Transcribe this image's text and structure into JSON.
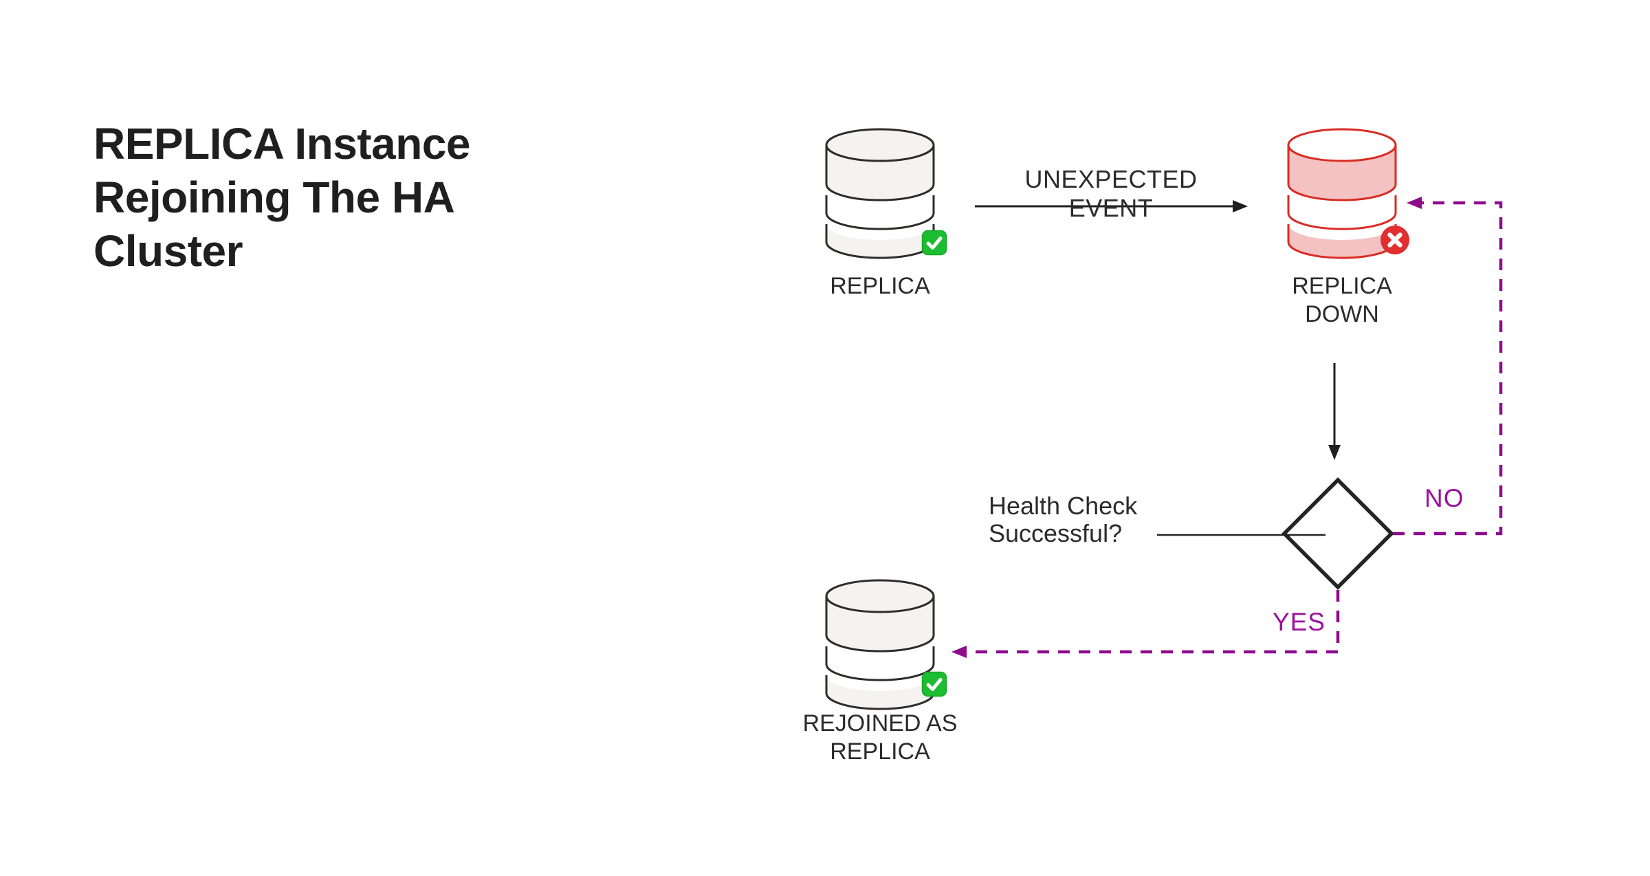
{
  "title": {
    "full": "REPLICA Instance Rejoining The HA Cluster",
    "lines": [
      "REPLICA Instance",
      "Rejoining The HA",
      "Cluster"
    ]
  },
  "diagram": {
    "nodes": {
      "replica": {
        "label": "REPLICA",
        "icon": "database-icon",
        "status_icon": "check-badge-icon",
        "state": "healthy"
      },
      "replica_down": {
        "label": "REPLICA DOWN",
        "icon": "database-icon",
        "status_icon": "cross-badge-icon",
        "state": "down"
      },
      "rejoined": {
        "label": "REJOINED AS REPLICA",
        "icon": "database-icon",
        "status_icon": "check-badge-icon",
        "state": "healthy"
      }
    },
    "decision": {
      "shape": "diamond",
      "question": "Health Check Successful?"
    },
    "edges": {
      "unexpected_event": {
        "label": "UNEXPECTED EVENT",
        "from": "replica",
        "to": "replica_down",
        "style": "solid-arrow"
      },
      "down_to_decision": {
        "label": "",
        "from": "replica_down",
        "to": "decision",
        "style": "solid-arrow"
      },
      "no": {
        "label": "NO",
        "from": "decision",
        "to": "replica_down",
        "style": "dashed-arrow"
      },
      "yes": {
        "label": "YES",
        "from": "decision",
        "to": "rejoined",
        "style": "dashed-arrow"
      }
    },
    "colors": {
      "page_bg": "#ffffff",
      "title_color": "#1f1f1f",
      "label_color": "#2b2b2b",
      "black_line": "#1f1f1f",
      "diamond_stroke": "#242424",
      "healthy_outline": "#2e2c29",
      "healthy_fill": "#f4f3f1",
      "down_outline": "#d92c23",
      "down_fill": "#f4c2c2",
      "band_gap_fill": "#ffffff",
      "purple_line": "#8e0b8e",
      "purple_label": "#9b129b",
      "green_badge": "#1dbd31",
      "green_badge_edge": "#17a526",
      "red_badge": "#e12e2e"
    }
  }
}
